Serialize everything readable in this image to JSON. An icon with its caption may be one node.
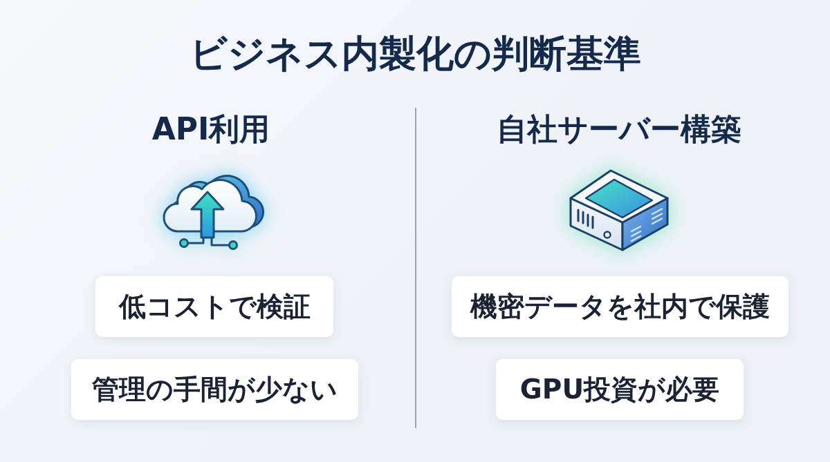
{
  "diagram": {
    "title": "ビジネス内製化の判断基準",
    "nodes": [
      {
        "text": [
          "低コストで検証"
        ]
      },
      {
        "text": [
          "管理の手間が少ない"
        ]
      },
      {
        "text": [
          "機密データを社内で保護"
        ]
      },
      {
        "text": [
          "GPU投資が必要"
        ]
      }
    ],
    "labels": [
      "API利用",
      "自社サーバー構築"
    ]
  }
}
